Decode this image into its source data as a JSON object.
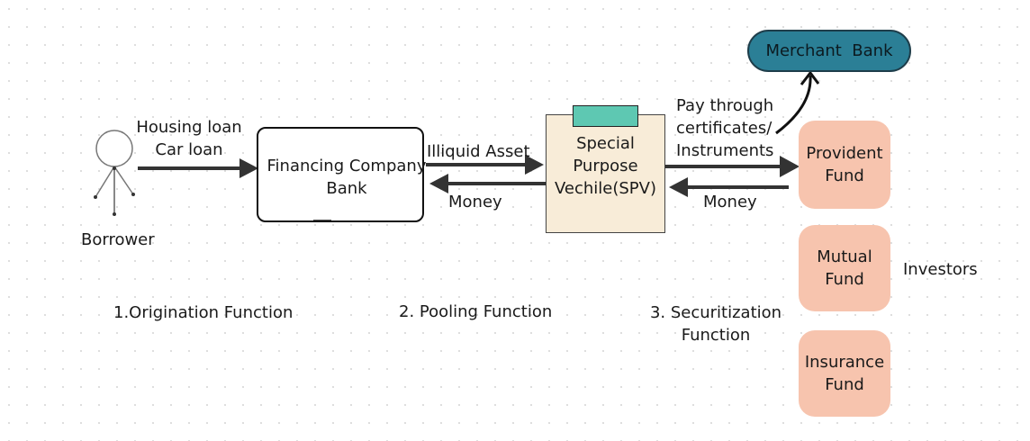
{
  "borrower": {
    "loans": [
      "Housing loan",
      "Car loan"
    ],
    "label": "Borrower"
  },
  "financing": {
    "line1": "Financing Company",
    "line2": "Bank"
  },
  "spv": {
    "line1": "Special",
    "line2": "Purpose",
    "line3": "Vechile(SPV)"
  },
  "flows": {
    "illiquid_asset": "Illiquid Asset",
    "money_left": "Money",
    "money_right": "Money",
    "pay_through": [
      "Pay through",
      "certificates/",
      "Instruments"
    ]
  },
  "merchant_bank": "Merchant  Bank",
  "investors": {
    "label": "Investors",
    "funds": [
      {
        "line1": "Provident",
        "line2": "Fund"
      },
      {
        "line1": "Mutual",
        "line2": "Fund"
      },
      {
        "line1": "Insurance",
        "line2": "Fund"
      }
    ]
  },
  "functions": {
    "origination": "1.Origination Function",
    "pooling": "2. Pooling Function",
    "securitization": [
      "3. Securitization",
      "Function"
    ]
  },
  "colors": {
    "merchant_fill": "#2b7f96",
    "spv_fill": "#f8ecd8",
    "spv_tab": "#5ec8b2",
    "fund_fill": "#f7c4ae"
  }
}
